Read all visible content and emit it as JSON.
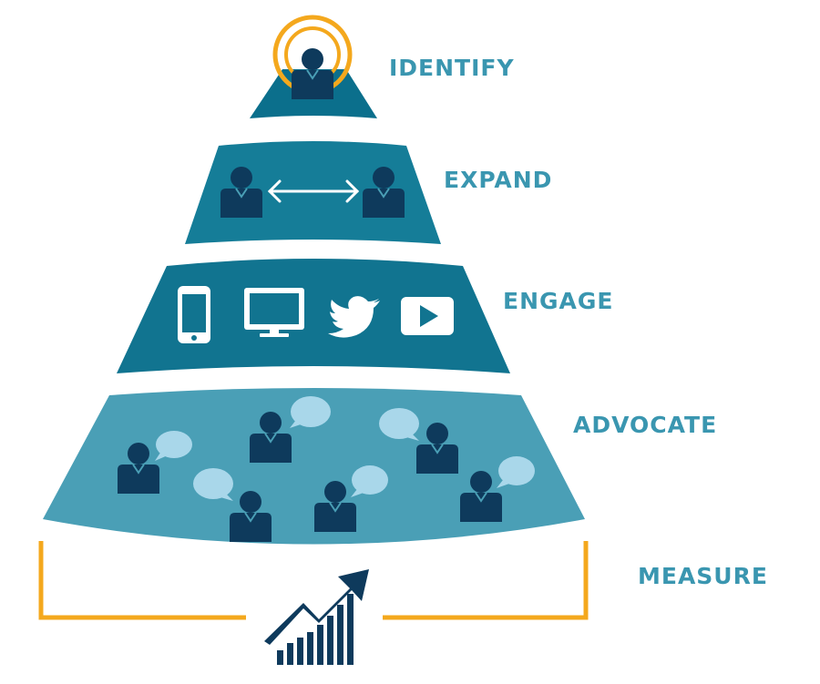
{
  "levels": {
    "identify": "IDENTIFY",
    "expand": "EXPAND",
    "engage": "ENGAGE",
    "advocate": "ADVOCATE",
    "measure": "MEASURE"
  },
  "colors": {
    "tier_dark": "#0b6f8c",
    "tier_mid": "#157d98",
    "tier_light": "#4a9fb6",
    "person": "#0e3a5c",
    "bubble": "#a9d7ea",
    "accent": "#f4a81d",
    "label": "#3a96b0"
  },
  "icons": {
    "identify": [
      "target-person-icon"
    ],
    "expand": [
      "person-icon",
      "double-arrow-icon",
      "person-icon"
    ],
    "engage": [
      "smartphone-icon",
      "monitor-icon",
      "twitter-bird-icon",
      "video-play-icon"
    ],
    "advocate": [
      "person-speech-bubble-icon"
    ],
    "measure": [
      "growth-chart-icon"
    ]
  }
}
